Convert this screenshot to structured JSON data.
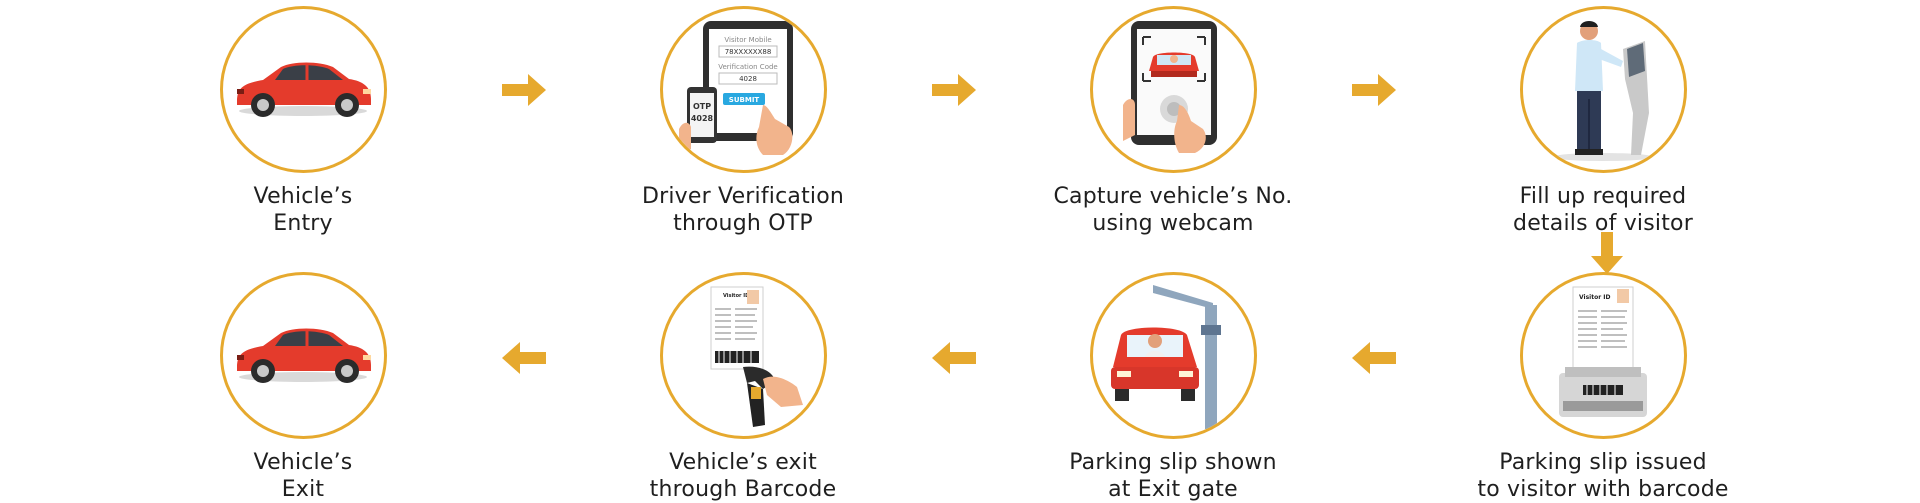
{
  "colors": {
    "accent": "#E6A92E",
    "text": "#1f1f1f",
    "car": "#E43B2C"
  },
  "steps": [
    {
      "line1": "Vehicle’s",
      "line2": "Entry",
      "icon": "red-car-icon"
    },
    {
      "line1": "Driver Verification",
      "line2": "through OTP",
      "icon": "otp-tablet-icon",
      "tablet_field1": "Visitor Mobile",
      "tablet_value1": "78XXXXXX88",
      "tablet_field2": "Verification Code",
      "tablet_value2": "4028",
      "tablet_button": "SUBMIT",
      "phone_label": "OTP",
      "phone_code": "4028"
    },
    {
      "line1": "Capture vehicle’s No.",
      "line2": "using webcam",
      "icon": "webcam-capture-icon"
    },
    {
      "line1": "Fill up required",
      "line2": "details of visitor",
      "icon": "kiosk-icon"
    },
    {
      "line1": "Parking slip issued",
      "line2": "to visitor with barcode",
      "icon": "slip-printer-icon",
      "slip_title": "Visitor ID"
    },
    {
      "line1": "Parking slip shown",
      "line2": "at Exit gate",
      "icon": "exit-gate-icon"
    },
    {
      "line1": "Vehicle’s exit",
      "line2": "through Barcode",
      "icon": "barcode-scanner-icon",
      "slip_title": "Visitor ID"
    },
    {
      "line1": "Vehicle’s",
      "line2": "Exit",
      "icon": "red-car-icon"
    }
  ]
}
